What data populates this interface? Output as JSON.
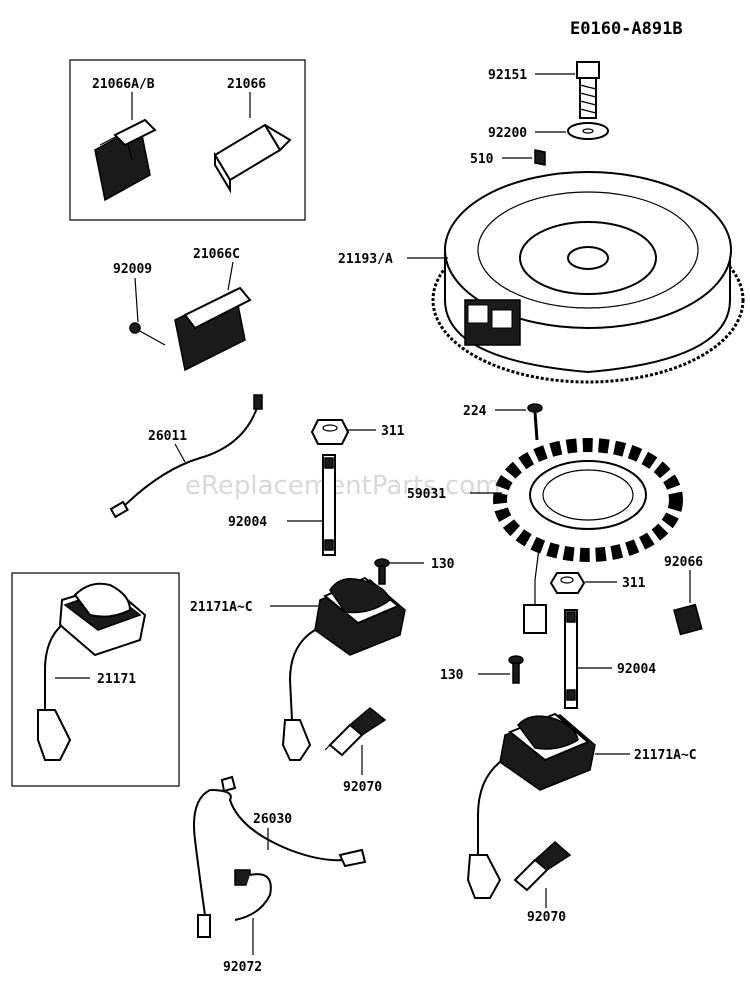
{
  "diagram_code": "E0160-A891B",
  "watermark": "eReplacementParts.com",
  "parts": {
    "p21066ab": "21066A/B",
    "p21066": "21066",
    "p21066c": "21066C",
    "p92009": "92009",
    "p92151": "92151",
    "p92200": "92200",
    "p510": "510",
    "p21193a": "21193/A",
    "p224": "224",
    "p26011": "26011",
    "p311a": "311",
    "p59031": "59031",
    "p92004a": "92004",
    "p130a": "130",
    "p92066": "92066",
    "p21171ac_left": "21171A~C",
    "p311b": "311",
    "p21171": "21171",
    "p130b": "130",
    "p92004b": "92004",
    "p92070a": "92070",
    "p21171ac_right": "21171A~C",
    "p26030": "26030",
    "p92070b": "92070",
    "p92072": "92072"
  }
}
